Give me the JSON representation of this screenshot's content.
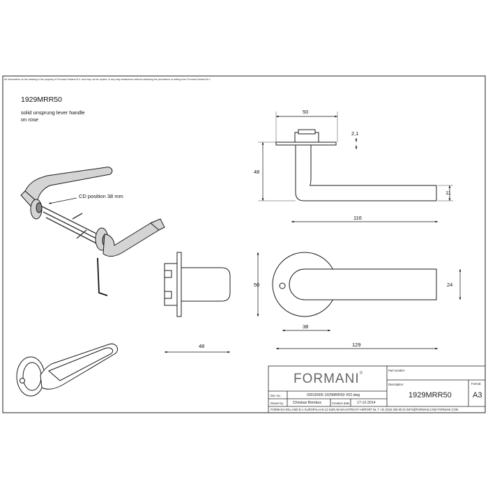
{
  "disclaimer": "All information on the drawing is the property of Formani Holland B.V. and may not be copied, in any way whatsoever without obtaining the permission in writing from Formani Holland B.V.",
  "title": {
    "model": "1929MRR50",
    "description_line1": "solid unsprung lever handle",
    "description_line2": "on rose"
  },
  "callouts": {
    "cd_position": "CD position 38 mm"
  },
  "dimensions": {
    "top_view_width": "50",
    "rose_thickness": "2,1",
    "top_view_height": "48",
    "lever_thickness": "11",
    "lever_length": "116",
    "side_view_depth": "48",
    "side_view_height": "50",
    "rose_center_offset": "38",
    "overall_length": "129",
    "lever_width": "24"
  },
  "title_block": {
    "brand": "FORMANI",
    "brand_mark": "®",
    "part_number_label": "Part number:",
    "part_number_value": "",
    "description_label": "Description:",
    "description_value": "1929MRR50",
    "format_label": "Format:",
    "format_value": "A3",
    "doc_no_label": "Doc no.:",
    "doc_no_value": "0301D005 1929MRR50 V02.dwg",
    "drawn_by_label": "Drawn by:",
    "drawn_by_value": "Christian Brimbos",
    "creation_date_label": "Creation date:",
    "creation_date_value": "17-12-2014",
    "footer": "FORMANI HOLLAND B.V.  EUROPALAAN 12  6199 AB MAASTRICHT-AIRPORT NL  T +31 (0)43 305 90 02  INFO@FORMANI.COM  FORMANI.COM"
  }
}
